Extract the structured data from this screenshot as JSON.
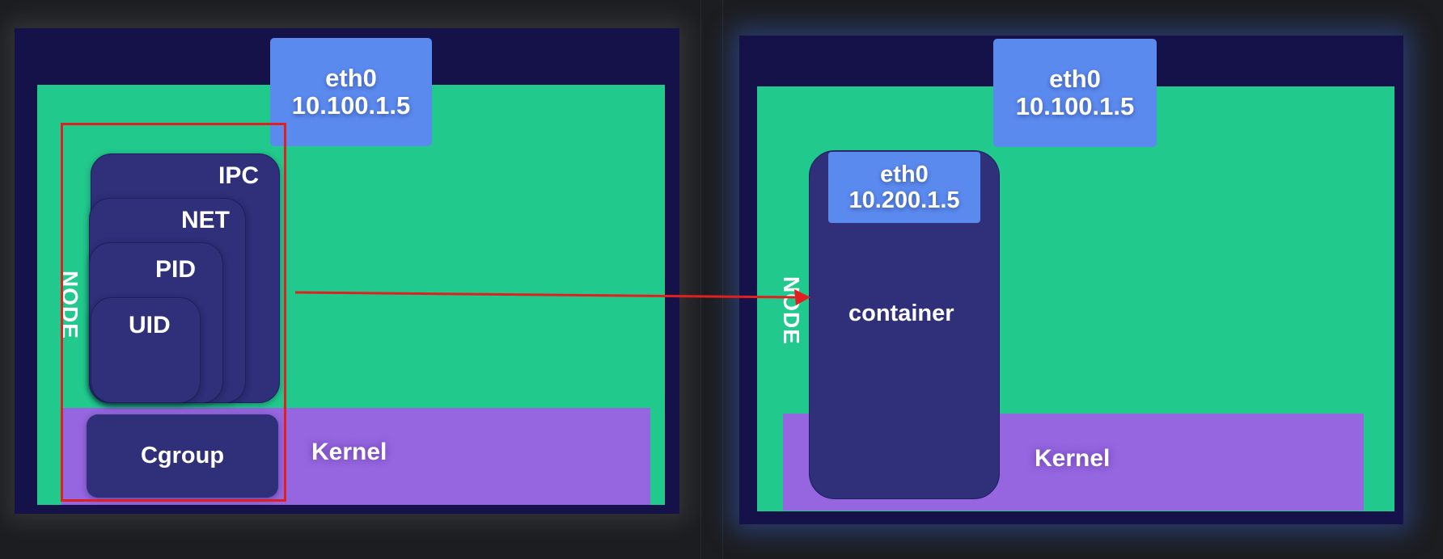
{
  "left_diagram": {
    "eth": {
      "name": "eth0",
      "ip": "10.100.1.5"
    },
    "namespaces": [
      "IPC",
      "NET",
      "PID",
      "UID"
    ],
    "cgroup_label": "Cgroup",
    "kernel_label": "Kernel",
    "node_label": "NODE"
  },
  "right_diagram": {
    "eth": {
      "name": "eth0",
      "ip": "10.100.1.5"
    },
    "container_eth": {
      "name": "eth0",
      "ip": "10.200.1.5"
    },
    "container_label": "container",
    "kernel_label": "Kernel",
    "node_label": "NODE"
  },
  "colors": {
    "frame": "#15124a",
    "node": "#22c98c",
    "kernel": "#9566e0",
    "eth": "#5b8aef",
    "namespace": "#2f2f7a",
    "highlight": "#e02020"
  }
}
